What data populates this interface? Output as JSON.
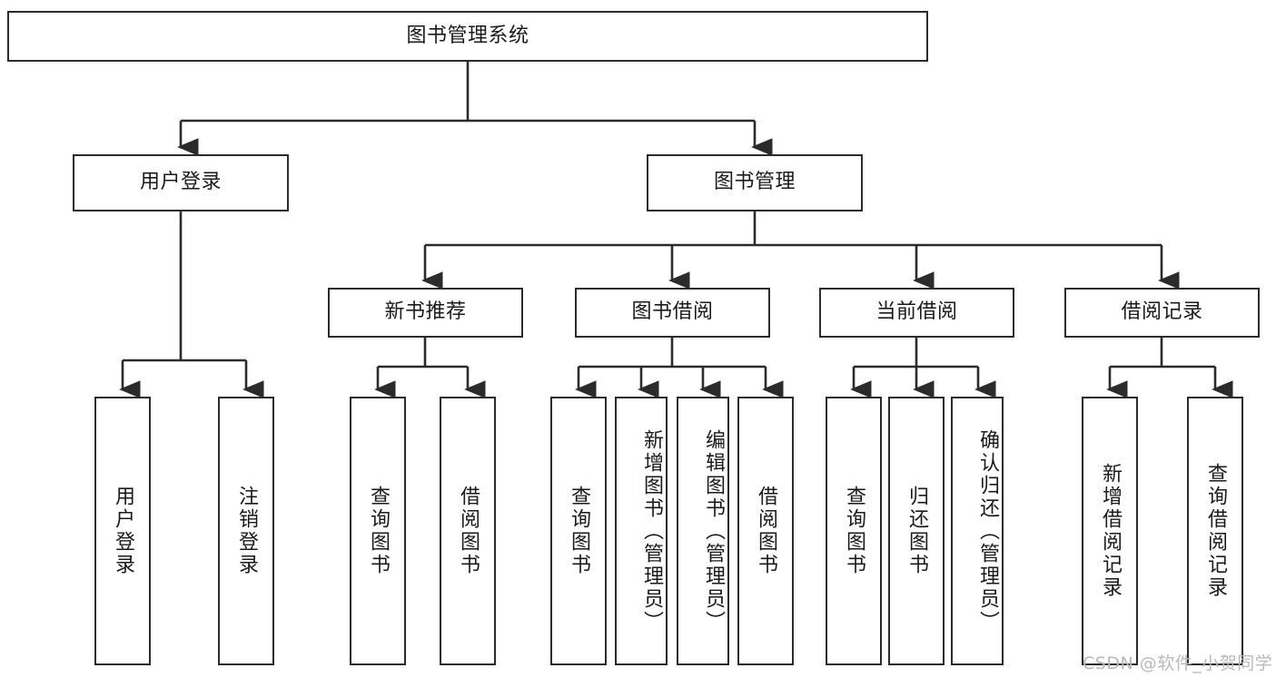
{
  "diagram": {
    "type": "tree-hierarchy",
    "title": "图书管理系统",
    "root": {
      "label": "图书管理系统"
    },
    "level1": [
      {
        "id": "user-login",
        "label": "用户登录"
      },
      {
        "id": "book-management",
        "label": "图书管理"
      }
    ],
    "level2": [
      {
        "id": "new-book-recommend",
        "label": "新书推荐",
        "parent": "book-management"
      },
      {
        "id": "book-borrow",
        "label": "图书借阅",
        "parent": "book-management"
      },
      {
        "id": "current-borrow",
        "label": "当前借阅",
        "parent": "book-management"
      },
      {
        "id": "borrow-record",
        "label": "借阅记录",
        "parent": "book-management"
      }
    ],
    "leaves": [
      {
        "id": "leaf-user-login",
        "label": "用户登录",
        "parent": "user-login"
      },
      {
        "id": "leaf-logout-login",
        "label": "注销登录",
        "parent": "user-login"
      },
      {
        "id": "leaf-query-book-1",
        "label": "查询图书",
        "parent": "new-book-recommend"
      },
      {
        "id": "leaf-borrow-book-1",
        "label": "借阅图书",
        "parent": "new-book-recommend"
      },
      {
        "id": "leaf-query-book-2",
        "label": "查询图书",
        "parent": "book-borrow"
      },
      {
        "id": "leaf-add-book",
        "label": "新增图书（管理员）",
        "parent": "book-borrow"
      },
      {
        "id": "leaf-edit-book",
        "label": "编辑图书（管理员）",
        "parent": "book-borrow"
      },
      {
        "id": "leaf-borrow-book-2",
        "label": "借阅图书",
        "parent": "book-borrow"
      },
      {
        "id": "leaf-query-book-3",
        "label": "查询图书",
        "parent": "current-borrow"
      },
      {
        "id": "leaf-return-book",
        "label": "归还图书",
        "parent": "current-borrow"
      },
      {
        "id": "leaf-confirm-return",
        "label": "确认归还（管理员）",
        "parent": "current-borrow"
      },
      {
        "id": "leaf-add-record",
        "label": "新增借阅记录",
        "parent": "borrow-record"
      },
      {
        "id": "leaf-query-record",
        "label": "查询借阅记录",
        "parent": "borrow-record"
      }
    ],
    "colors": {
      "stroke": "#2b2b2b",
      "fill": "#ffffff",
      "text": "#1a1a1a",
      "watermark": "#b9b9b9"
    }
  },
  "watermark": {
    "text": "CSDN @软件_小贺同学"
  }
}
